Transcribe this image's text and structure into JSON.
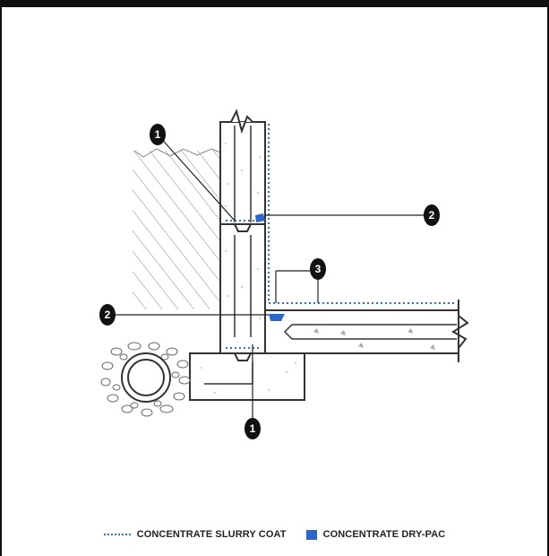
{
  "callouts": {
    "c1_top": "1",
    "c1_bottom": "1",
    "c2_right": "2",
    "c2_left": "2",
    "c3": "3"
  },
  "legend": {
    "slurry_label": "CONCENTRATE SLURRY COAT",
    "drypac_label": "CONCENTRATE DRY-PAC"
  },
  "colors": {
    "slurry": "#2f6fce",
    "drypac": "#2a65cc",
    "line": "#333333"
  },
  "icons": [
    "slurry-coat-swatch-icon",
    "dry-pac-swatch-icon",
    "drain-pipe-icon"
  ]
}
